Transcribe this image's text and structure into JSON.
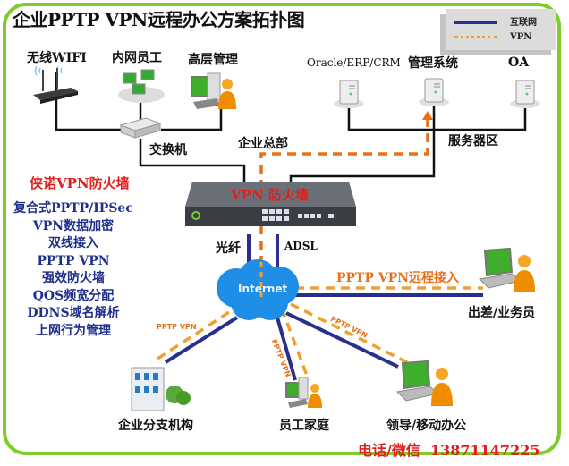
{
  "title": "企业PPTP VPN远程办公方案拓扑图",
  "legend": {
    "internet_label": "互联网",
    "vpn_label": "VPN",
    "internet_color": "#2b2f8c",
    "vpn_color": "#f0a030"
  },
  "headquarters": {
    "wifi_label": "无线WIFI",
    "lan_staff_label": "内网员工",
    "management_label": "高层管理",
    "switch_label": "交换机",
    "hq_label": "企业总部"
  },
  "servers": {
    "items": [
      "Oracle/ERP/CRM",
      "管理系统",
      "OA"
    ],
    "zone_label": "服务器区"
  },
  "firewall": {
    "label": "VPN 防火墙",
    "fiber_label": "光纤",
    "adsl_label": "ADSL"
  },
  "features": {
    "title": "侠诺VPN防火墙",
    "items": [
      "复合式PPTP/IPSec",
      "VPN数据加密",
      "双线接入",
      "PPTP VPN",
      "强效防火墙",
      "QOS频宽分配",
      "DDNS域名解析",
      "上网行为管理"
    ]
  },
  "internet": {
    "label": "Internet"
  },
  "remote": {
    "remote_access_label": "PPTP VPN远程接入",
    "traveler_label": "出差/业务员",
    "branch_label": "企业分支机构",
    "home_label": "员工家庭",
    "mobile_label": "领导/移动办公",
    "pptp_vpn_tag": "PPTP VPN"
  },
  "contact": {
    "label": "电话/微信",
    "number": "13871147225"
  },
  "colors": {
    "frame": "#7fcc2a",
    "accent_red": "#e0201c",
    "feature_blue": "#1e2f8c",
    "vpn_orange": "#e8701a"
  }
}
